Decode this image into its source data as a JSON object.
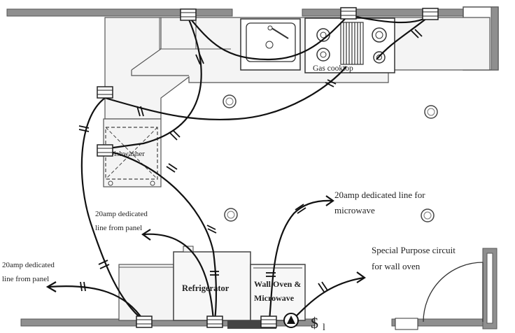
{
  "appliances": {
    "cooktop": "Gas cooktop",
    "dishwasher": "Dishwasher",
    "refrigerator": "Refrigerator",
    "wall_oven_line1": "Wall Oven &",
    "wall_oven_line2": "Microwave"
  },
  "notes": {
    "microwave_line1": "20amp dedicated line for",
    "microwave_line2": "microwave",
    "panel_a_line1": "20amp dedicated",
    "panel_a_line2": "line from panel",
    "panel_b_line1": "20amp dedicated",
    "panel_b_line2": "line from panel",
    "oven_line1": "Special Purpose circuit",
    "oven_line2": "for wall oven"
  },
  "symbols": {
    "switch": "$",
    "switch_subscript": "l"
  }
}
